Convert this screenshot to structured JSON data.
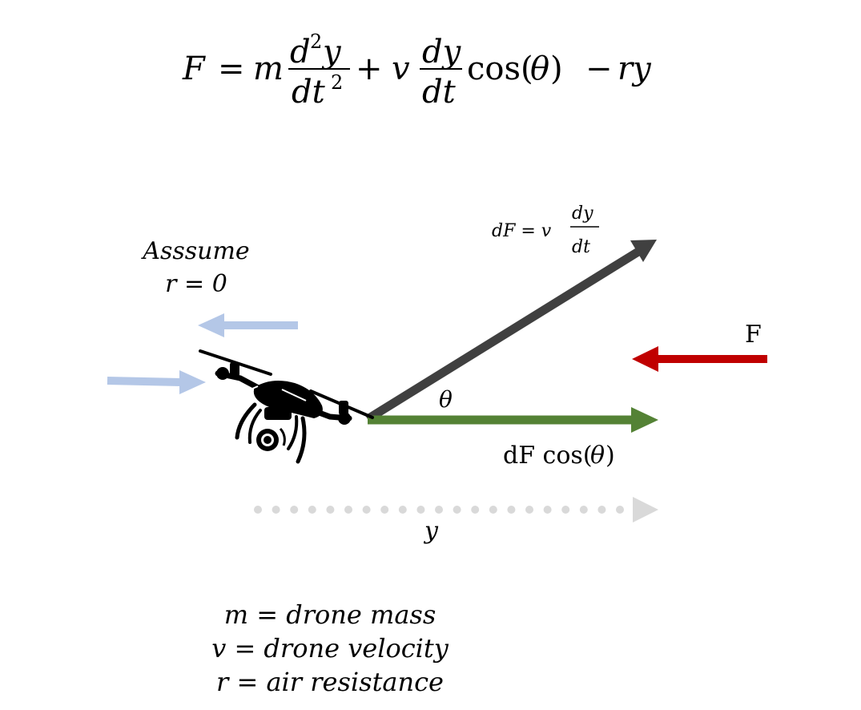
{
  "equation": {
    "lhs": "F",
    "eq": "=",
    "m": "m",
    "d2y_num_d": "d",
    "d2y_num_sup": "2",
    "d2y_num_y": "y",
    "d2y_den_dt": "dt",
    "d2y_den_sup": "2",
    "plus": "+",
    "v": "v",
    "dy_num": "dy",
    "dy_den": "dt",
    "cos": "cos(",
    "theta": "θ",
    "close": ")",
    "minus": "−",
    "ry": "ry"
  },
  "assumption": {
    "line1": "Asssume",
    "line2": "r = 0"
  },
  "df_label": {
    "lhs": "dF = v",
    "num": "dy",
    "den": "dt"
  },
  "theta_label": "θ",
  "f_label": "F",
  "dfcos_label": {
    "prefix": "dF cos(",
    "theta": "θ",
    "suffix": ")"
  },
  "y_label": "y",
  "legend": [
    "m = drone mass",
    "v = drone velocity",
    "r = air resistance"
  ],
  "colors": {
    "df_arrow": "#404040",
    "component_arrow": "#548235",
    "force_arrow": "#c00000",
    "wind_arrows": "#b4c7e7",
    "y_axis": "#d9d9d9",
    "drone": "#000000"
  },
  "icons": [
    "drone-icon"
  ]
}
